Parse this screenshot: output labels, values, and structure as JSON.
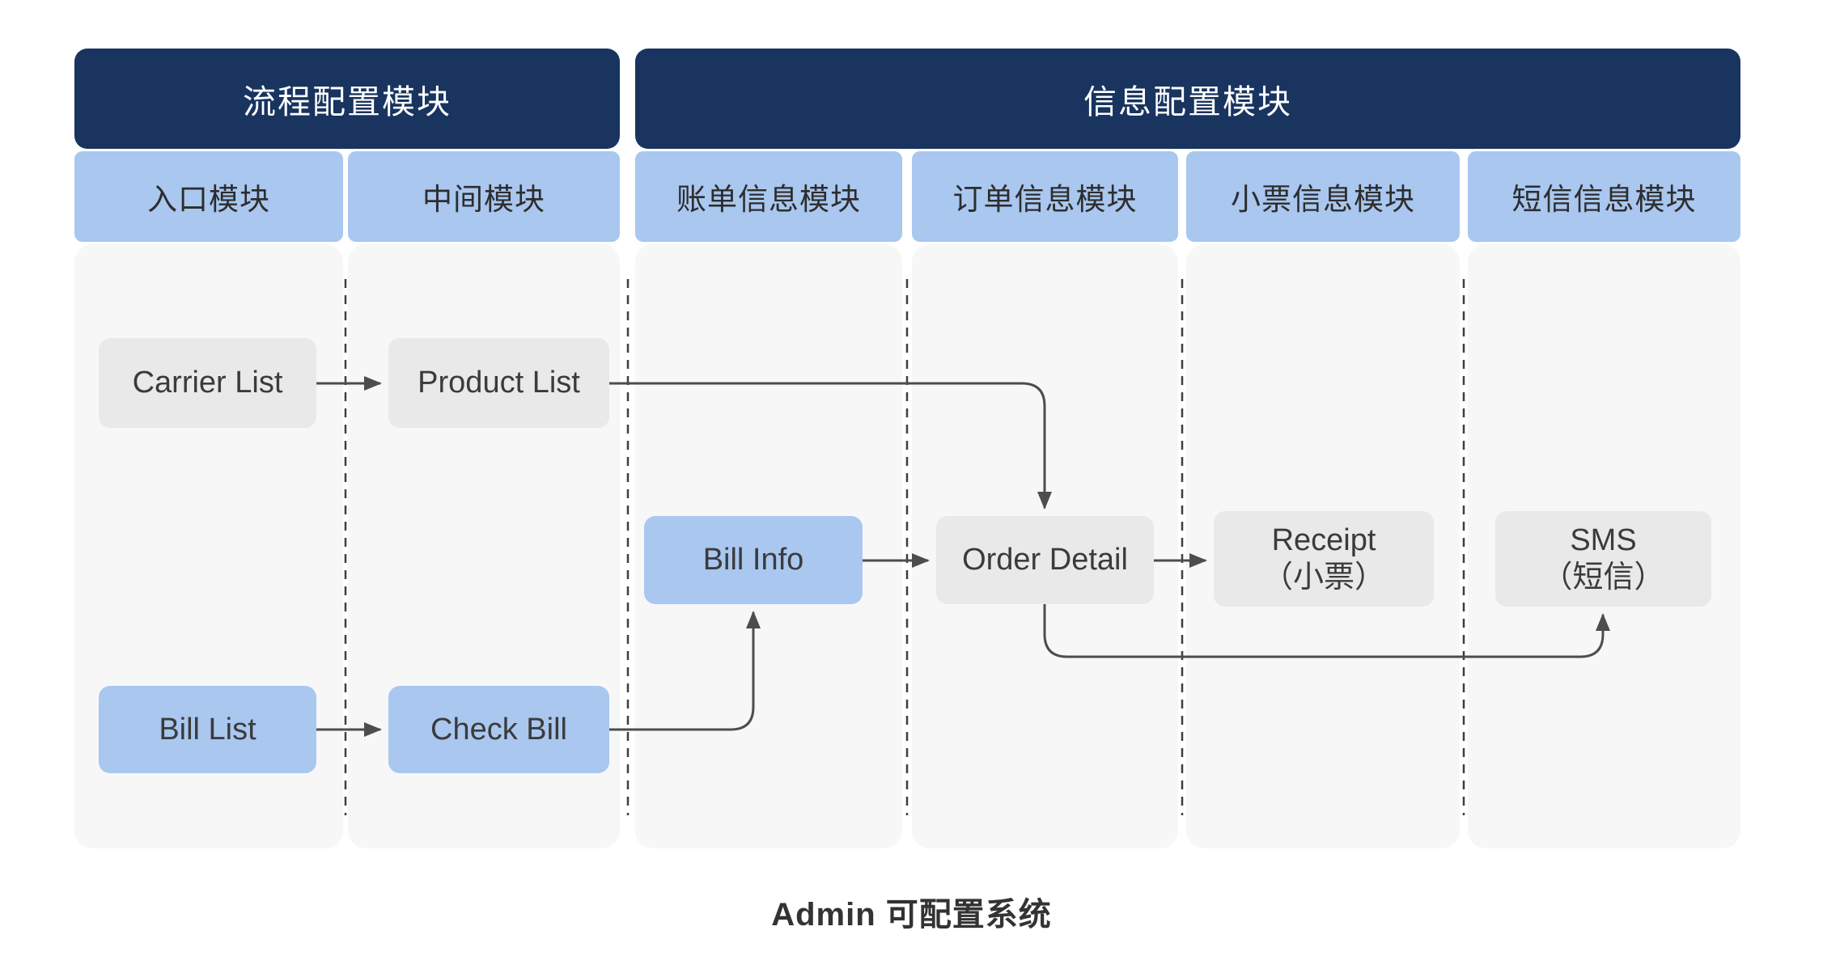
{
  "title": "Admin 可配置系统",
  "groups": [
    {
      "label": "流程配置模块"
    },
    {
      "label": "信息配置模块"
    }
  ],
  "columns": [
    {
      "label": "入口模块"
    },
    {
      "label": "中间模块"
    },
    {
      "label": "账单信息模块"
    },
    {
      "label": "订单信息模块"
    },
    {
      "label": "小票信息模块"
    },
    {
      "label": "短信信息模块"
    }
  ],
  "nodes": [
    {
      "id": "carrier-list",
      "label": "Carrier List",
      "column": "入口模块",
      "style": "gray"
    },
    {
      "id": "product-list",
      "label": "Product List",
      "column": "中间模块",
      "style": "gray"
    },
    {
      "id": "bill-info",
      "label": "Bill Info",
      "column": "账单信息模块",
      "style": "blue"
    },
    {
      "id": "order-detail",
      "label": "Order Detail",
      "column": "订单信息模块",
      "style": "gray"
    },
    {
      "id": "receipt",
      "label": "Receipt",
      "sublabel": "（小票）",
      "column": "小票信息模块",
      "style": "gray"
    },
    {
      "id": "sms",
      "label": "SMS",
      "sublabel": "（短信）",
      "column": "短信信息模块",
      "style": "gray"
    },
    {
      "id": "bill-list",
      "label": "Bill List",
      "column": "入口模块",
      "style": "blue"
    },
    {
      "id": "check-bill",
      "label": "Check Bill",
      "column": "中间模块",
      "style": "blue"
    }
  ],
  "edges": [
    {
      "from": "carrier-list",
      "to": "product-list"
    },
    {
      "from": "product-list",
      "to": "order-detail"
    },
    {
      "from": "bill-info",
      "to": "order-detail"
    },
    {
      "from": "order-detail",
      "to": "receipt"
    },
    {
      "from": "order-detail",
      "to": "sms"
    },
    {
      "from": "bill-list",
      "to": "check-bill"
    },
    {
      "from": "check-bill",
      "to": "bill-info"
    }
  ],
  "colors": {
    "header_bg": "#18345f",
    "header_text": "#ffffff",
    "column_bg": "#a9c7ef",
    "node_gray": "#e9e9ea",
    "node_blue": "#a9c7ef",
    "lane_bg": "#f7f7f8",
    "arrow": "#4d4d4d",
    "divider": "#3f3f3f"
  }
}
